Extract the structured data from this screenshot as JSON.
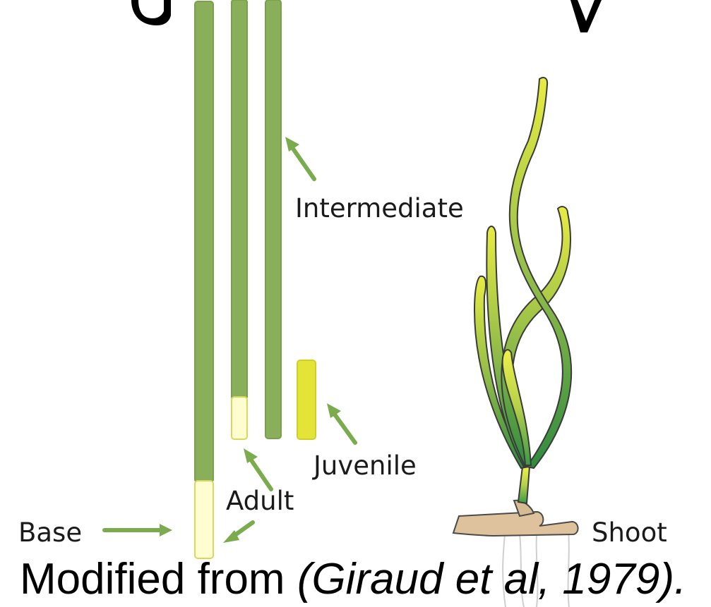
{
  "labels": {
    "intermediate": "Intermediate",
    "juvenile": "Juvenile",
    "adult": "Adult",
    "base": "Base",
    "shoot": "Shoot"
  },
  "caption": {
    "prefix": "Modified from ",
    "citation": "(Giraud et al, 1979)."
  },
  "colors": {
    "leaf_green": "#8aaf5a",
    "leaf_pale": "#fdfdcf",
    "leaf_yellow": "#e3e338",
    "arrow": "#7aac4e",
    "rhizome": "#ddc29d"
  }
}
